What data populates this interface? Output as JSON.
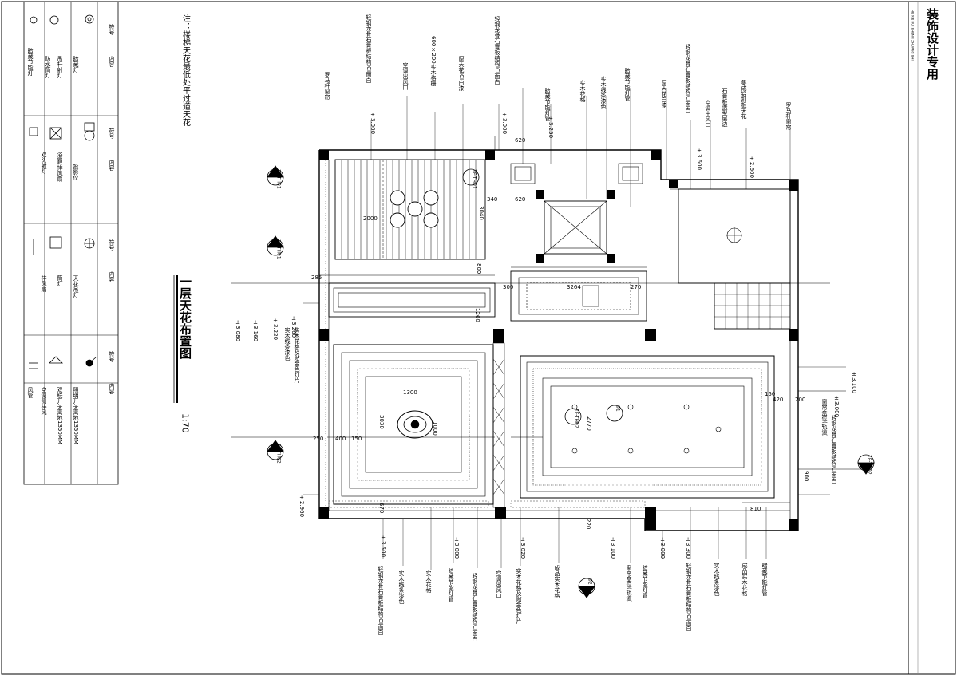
{
  "sheet": {
    "brand_title": "装饰设计专用",
    "brand_sub": "HE XIE RUI SHENG ZHUANG SHI",
    "drawing_title": "一层天花布置图",
    "scale": "1:70",
    "note": "注：楼梯天花最低处平过道天花"
  },
  "legend": {
    "header_symbol": "符号",
    "header_content": "内容",
    "col1": [
      "暗藏灯",
      "吊杆射灯",
      "防水筒灯",
      "暗藏节能灯"
    ],
    "col2": [
      "投影仪",
      "浴霸/排风扇",
      "双头射灯"
    ],
    "col3": [
      "天花吊灯",
      "筒灯",
      "排风扇"
    ],
    "col4": [
      "照明开关离地1350MM",
      "双联开关离地1350MM",
      "空调侧排风",
      "风管"
    ]
  },
  "annotations_top": [
    "轻钢龙骨石膏板结构ICI面白",
    "空调出风口",
    "600×200实木格栅",
    "原天花ICI白漆",
    "轻钢龙骨石膏板结构ICI面白",
    "暗藏节能灯管",
    "实木花格",
    "实木线条漆色",
    "暗藏节能灯管",
    "原天花白漆",
    "轻钢龙骨石膏板结构ICI面白",
    "空调出风口",
    "石膏板造型层边",
    "集成铝扣板天花",
    "罗马杆窗帘"
  ],
  "annotations_bottom": [
    "轻钢龙骨石膏板结构ICI面白",
    "实木线条漆色",
    "实木花格",
    "暗藏节能灯管",
    "轻钢龙骨石膏板结构ICI面白",
    "空调出风口",
    "实木花格及贴金色灯片",
    "成品实木花格",
    "窗帘盒位(轨道)",
    "暗藏节能灯管",
    "轻钢龙骨石膏板结构ICI面白",
    "实木线条漆色",
    "成品实木花格",
    "暗藏节能灯管"
  ],
  "annotations_left": [
    "罗马杆窗帘",
    "实木线条漆色",
    "实木花格及贴金色灯片"
  ],
  "annotations_right": [
    "窗帘盒位(轨道)",
    "轻钢龙骨石膏板结构ICI面白"
  ],
  "elevations_top": [
    "±3.000",
    "±3.000",
    "±3.250",
    "±3.600",
    "±2.600"
  ],
  "elevations_left": [
    "±3.260",
    "±3.220",
    "±3.160",
    "±3.080",
    "±2.960"
  ],
  "elevations_bottom": [
    "±3.500",
    "±3.000",
    "±3.020",
    "±3.100",
    "±3.000",
    "±3.300"
  ],
  "elevations_right": [
    "±3.100",
    "±3.000"
  ],
  "dims": {
    "stair_w": "3040",
    "stair_h": "2000",
    "top_a": "620",
    "top_b": "340",
    "top_c": "620",
    "corr_w": "3264",
    "corr_a": "300",
    "corr_b": "270",
    "left_room_w": "3030",
    "left_room_h": "1300",
    "medal": "1000",
    "right_room_w": "2770",
    "side_a": "150",
    "side_b": "420",
    "side_c": "200",
    "bottom_a": "670",
    "bottom_b": "220",
    "bottom_c": "810",
    "bottom_d": "900",
    "left_a": "250",
    "left_b": "400",
    "left_c": "150",
    "misc_a": "1260",
    "misc_b": "285",
    "misc_c": "800"
  },
  "section_marks": [
    "1F-TH01",
    "1F-TH02",
    "01",
    "02"
  ]
}
